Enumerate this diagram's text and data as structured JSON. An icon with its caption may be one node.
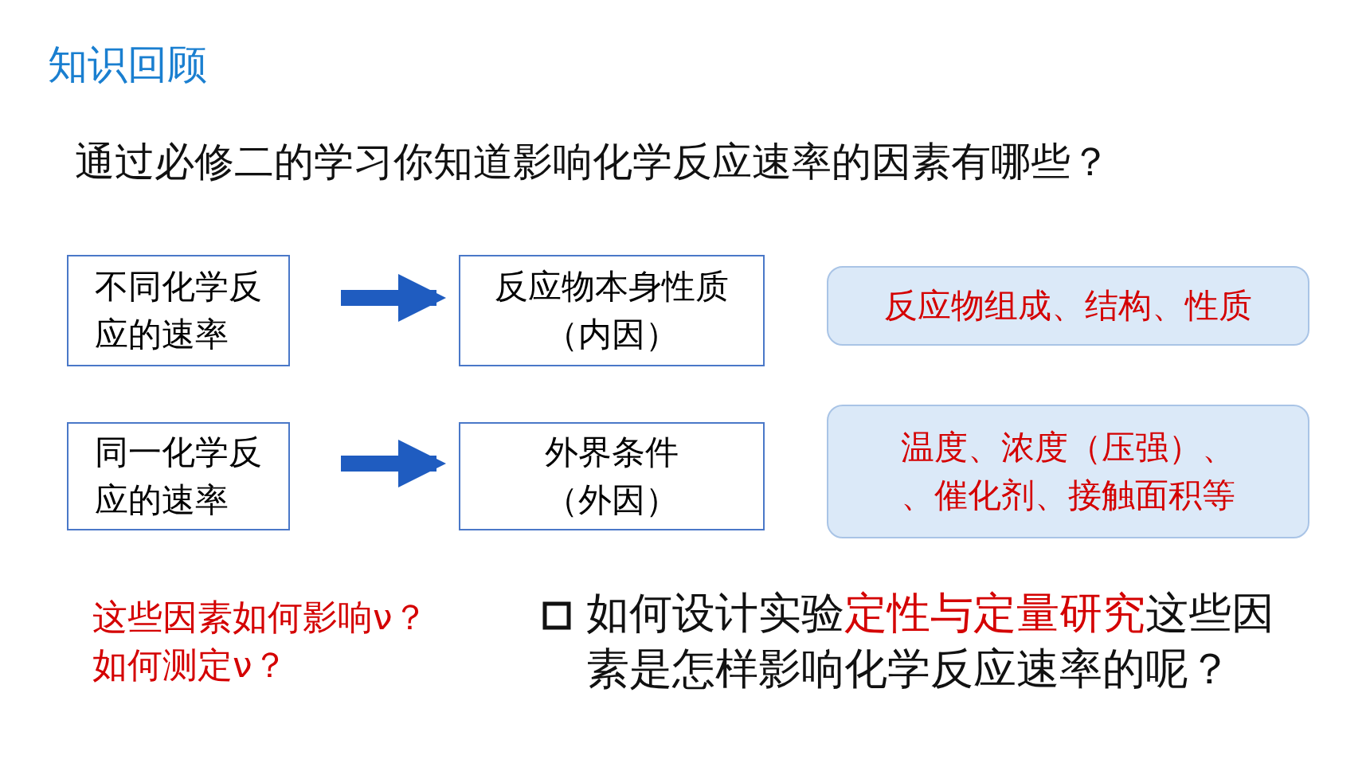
{
  "diagram": {
    "title": "知识回顾",
    "nodes": [
      {
        "text": [
          "不同化学反应的速率"
        ]
      },
      {
        "text": [
          "反应物本身性质（内因）"
        ]
      },
      {
        "text": [
          "反应物组成、结构、性质"
        ]
      },
      {
        "text": [
          "同一化学反应的速率"
        ]
      },
      {
        "text": [
          "外界条件（外因）"
        ]
      },
      {
        "text": [
          "温度、浓度（压强）、、催化剂、接触面积等"
        ]
      }
    ],
    "edges": [
      {
        "from": 0,
        "to": 1,
        "arrow": "to"
      },
      {
        "from": 3,
        "to": 4,
        "arrow": "to"
      }
    ],
    "labels": [
      "通过必修二的学习你知道影响化学反应速率的因素有哪些？",
      "这些因素如何影响ν？",
      "如何测定ν？",
      "如何设计实验**定性与定量研究**这些因素是怎样影响化学反应速率的呢？"
    ]
  }
}
